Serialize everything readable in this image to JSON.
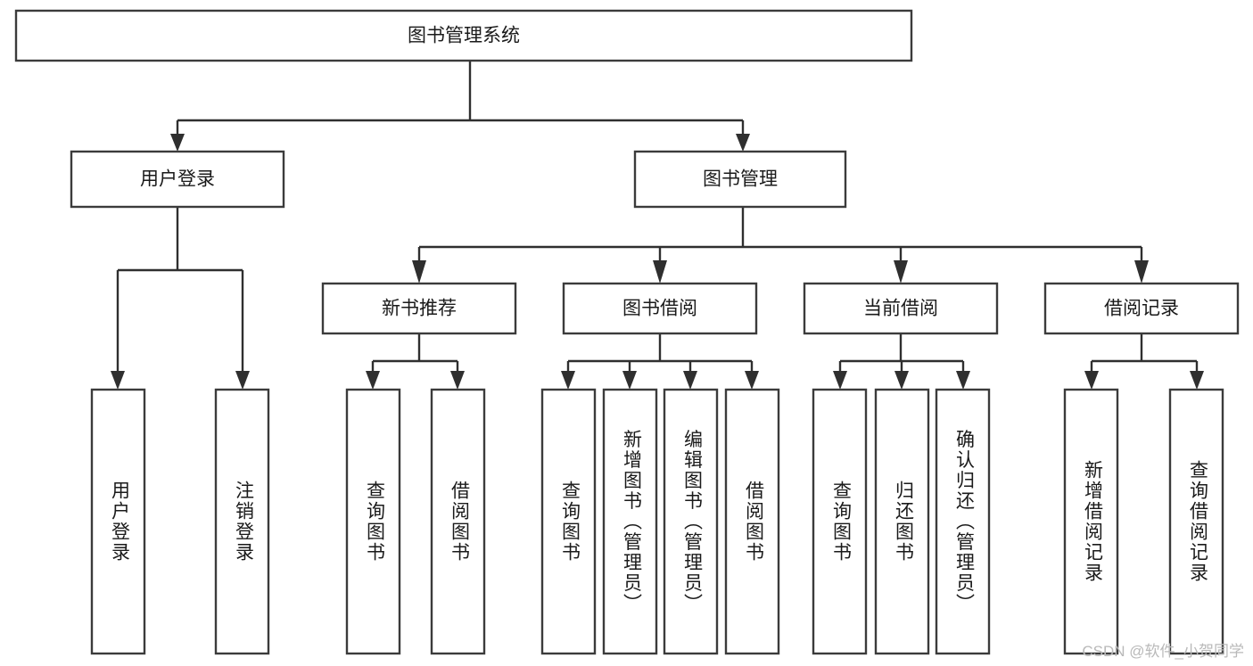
{
  "diagram": {
    "type": "tree-hierarchy-chart",
    "title_node": {
      "label": "图书管理系统"
    },
    "level2": [
      {
        "id": "user-login",
        "label": "用户登录"
      },
      {
        "id": "book-management",
        "label": "图书管理"
      }
    ],
    "level3": [
      {
        "id": "new-book-recommend",
        "label": "新书推荐",
        "parent": "book-management"
      },
      {
        "id": "book-borrow",
        "label": "图书借阅",
        "parent": "book-management"
      },
      {
        "id": "current-borrow",
        "label": "当前借阅",
        "parent": "book-management"
      },
      {
        "id": "borrow-record",
        "label": "借阅记录",
        "parent": "book-management"
      }
    ],
    "leaves": [
      {
        "id": "leaf-user-login",
        "label": "用户登录",
        "parent": "user-login"
      },
      {
        "id": "leaf-logout",
        "label": "注销登录",
        "parent": "user-login"
      },
      {
        "id": "leaf-query-book-1",
        "label": "查询图书",
        "parent": "new-book-recommend"
      },
      {
        "id": "leaf-borrow-book-1",
        "label": "借阅图书",
        "parent": "new-book-recommend"
      },
      {
        "id": "leaf-query-book-2",
        "label": "查询图书",
        "parent": "book-borrow"
      },
      {
        "id": "leaf-add-book",
        "label": "新增图书（管理员）",
        "parent": "book-borrow"
      },
      {
        "id": "leaf-edit-book",
        "label": "编辑图书（管理员）",
        "parent": "book-borrow"
      },
      {
        "id": "leaf-borrow-book-2",
        "label": "借阅图书",
        "parent": "book-borrow"
      },
      {
        "id": "leaf-query-book-3",
        "label": "查询图书",
        "parent": "current-borrow"
      },
      {
        "id": "leaf-return-book",
        "label": "归还图书",
        "parent": "current-borrow"
      },
      {
        "id": "leaf-confirm-return",
        "label": "确认归还（管理员）",
        "parent": "current-borrow"
      },
      {
        "id": "leaf-add-record",
        "label": "新增借阅记录",
        "parent": "borrow-record"
      },
      {
        "id": "leaf-query-record",
        "label": "查询借阅记录",
        "parent": "borrow-record"
      }
    ],
    "colors": {
      "box_stroke": "#3b3b3b",
      "connector": "#2f2f2f",
      "text": "#1a1a1a",
      "background": "#ffffff",
      "watermark": "#b9b9b9"
    }
  },
  "watermark": {
    "text": "CSDN @软件_小贺同学"
  }
}
